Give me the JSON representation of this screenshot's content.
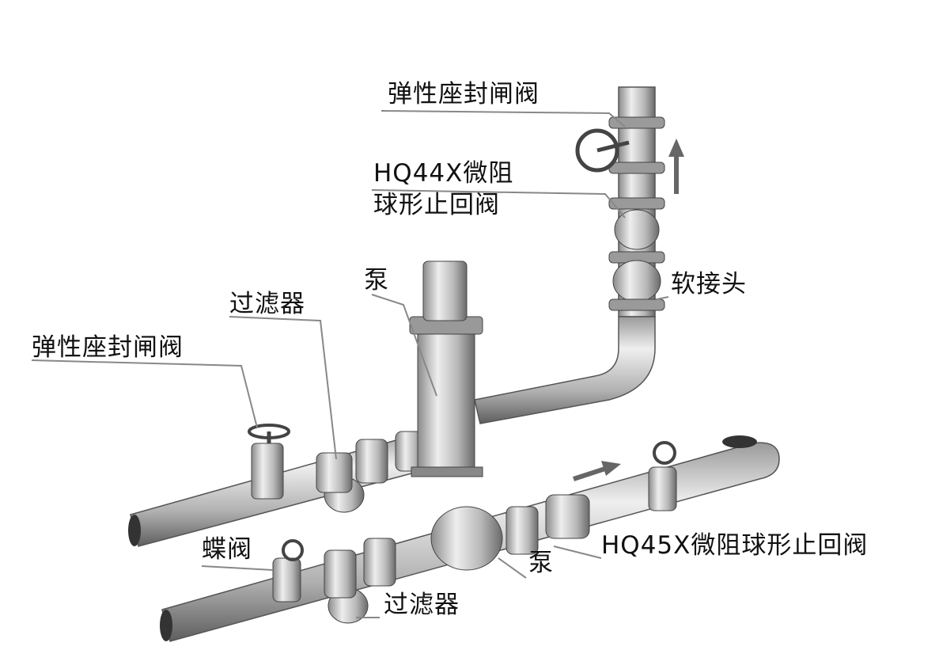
{
  "labels": {
    "top_gate_valve": "弹性座封闸阀",
    "check_valve_44_line1": "HQ44X微阻",
    "check_valve_44_line2": "球形止回阀",
    "pump_upper": "泵",
    "flex_joint": "软接头",
    "filter_upper": "过滤器",
    "left_gate_valve": "弹性座封闸阀",
    "butterfly_valve": "蝶阀",
    "pump_lower": "泵",
    "check_valve_45": "HQ45X微阻球形止回阀",
    "filter_lower": "过滤器"
  },
  "colors": {
    "pipe_light": "#e6e6e6",
    "pipe_mid": "#b4b4b4",
    "pipe_dark": "#6e6e6e",
    "leader": "#888888"
  }
}
